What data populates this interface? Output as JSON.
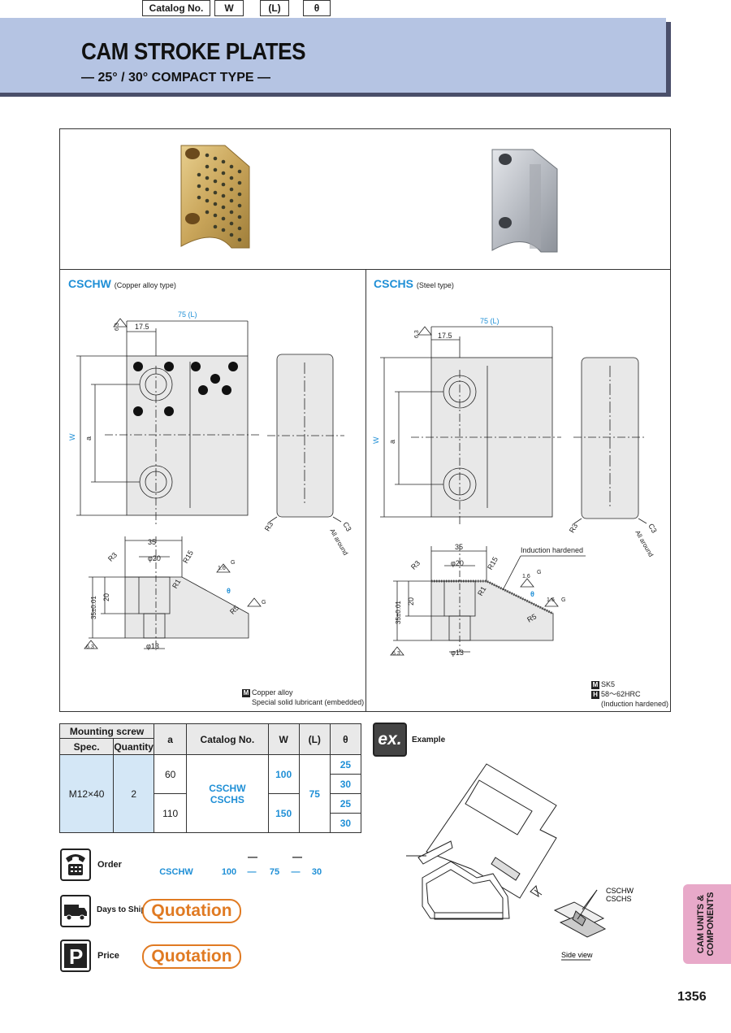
{
  "header": {
    "title": "CAM STROKE PLATES",
    "subtitle": "— 25° / 30° COMPACT TYPE —"
  },
  "products": {
    "left": {
      "code": "CSCHW",
      "type": "(Copper alloy type)",
      "material_m": "Copper alloy",
      "material_note": "Special solid lubricant (embedded)"
    },
    "right": {
      "code": "CSCHS",
      "type": "(Steel type)",
      "material_m": "SK5",
      "material_h": "58～62HRC",
      "material_h_note": "(Induction hardened)"
    }
  },
  "drawing_labels": {
    "dim_75l": "75 (L)",
    "dim_17_5": "17.5",
    "dim_6_3": "6.3",
    "dim_w": "W",
    "dim_a": "a",
    "r3": "R3",
    "c3": "C3",
    "all_around": "All around",
    "dim_35": "35",
    "dia20": "φ20",
    "r15": "R15",
    "r1": "R1",
    "r5": "R5",
    "dim_35_tol": "35±0.01",
    "dim_20": "20",
    "dia13": "φ13",
    "theta": "θ",
    "g": "G",
    "f1_6": "1.6",
    "induction": "Induction hardened",
    "m_tag": "M",
    "h_tag": "H"
  },
  "table": {
    "headers": {
      "mounting": "Mounting screw",
      "spec": "Spec.",
      "qty": "Quantity",
      "a": "a",
      "catalog": "Catalog No.",
      "w": "W",
      "l": "(L)",
      "theta": "θ"
    },
    "spec_value": "M12×40",
    "qty_value": "2",
    "a_values": [
      "60",
      "110"
    ],
    "catalog_values": [
      "CSCHW",
      "CSCHS"
    ],
    "w_values": [
      "100",
      "150"
    ],
    "l_value": "75",
    "theta_values": [
      "25",
      "30",
      "25",
      "30"
    ]
  },
  "order": {
    "label": "Order",
    "headers": [
      "Catalog No.",
      "W",
      "(L)",
      "θ"
    ],
    "dash": "—",
    "values": [
      "CSCHW",
      "100",
      "75",
      "30"
    ]
  },
  "days_to_ship": {
    "label": "Days to Ship",
    "value": "Quotation"
  },
  "price": {
    "label": "Price",
    "value": "Quotation"
  },
  "example": {
    "badge": "ex.",
    "label": "Example",
    "callout": [
      "CSCHW",
      "CSCHS"
    ],
    "side_view": "Side view"
  },
  "sidetab": {
    "line1": "CAM UNITS &",
    "line2": "COMPONENTS"
  },
  "page_number": "1356",
  "colors": {
    "accent_blue": "#1f8fd6",
    "header_bg": "#b5c4e3",
    "quote_orange": "#e07a22",
    "tab_pink": "#e8a9c9"
  }
}
